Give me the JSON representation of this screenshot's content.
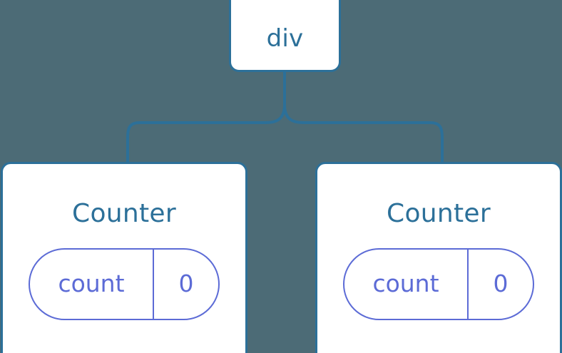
{
  "diagram": {
    "title": "react-component-tree",
    "background_color": "#4c6b76",
    "node_border_color": "#2c7099",
    "node_text_color": "#2c7099",
    "pill_color": "#5c6bd6",
    "connector_color": "#2c7099"
  },
  "root": {
    "label": "div"
  },
  "children": [
    {
      "label": "Counter",
      "state": {
        "key": "count",
        "value": "0"
      }
    },
    {
      "label": "Counter",
      "state": {
        "key": "count",
        "value": "0"
      }
    }
  ]
}
